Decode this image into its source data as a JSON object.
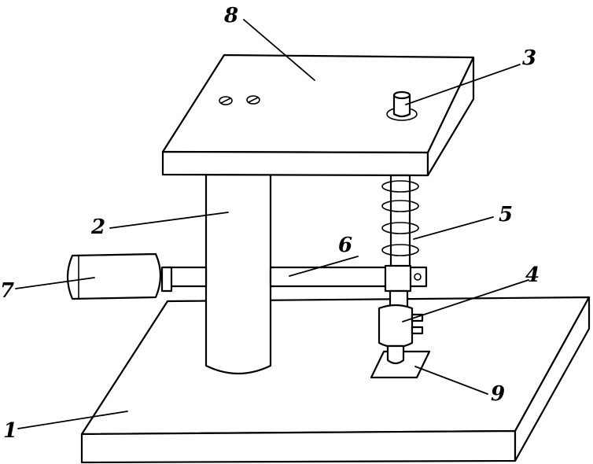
{
  "labels": {
    "base_plate": "1",
    "column": "2",
    "pin": "3",
    "tool_head": "4",
    "spring": "5",
    "rod": "6",
    "motor": "7",
    "top_plate": "8",
    "workpiece": "9"
  }
}
